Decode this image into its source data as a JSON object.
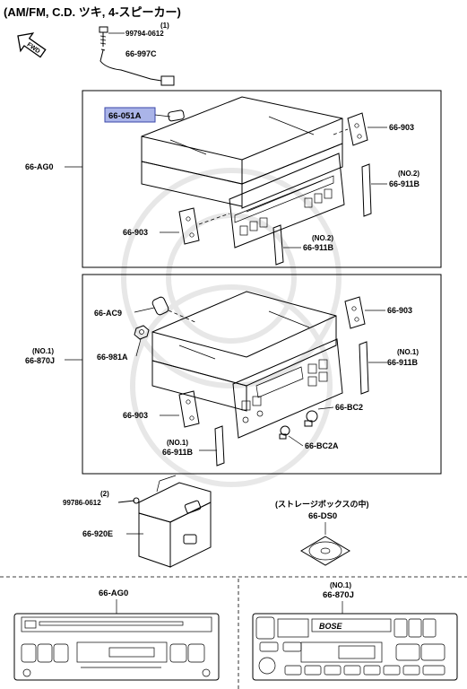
{
  "header": {
    "title": "(AM/FM, C.D. ツキ, 4-スピーカー)"
  },
  "direction": {
    "fwd": "FWD"
  },
  "parts": {
    "bolt_qty": "(1)",
    "bolt": "99794-0612",
    "p997c": "66-997C",
    "p051a": "66-051A",
    "pag0": "66-AG0",
    "p903_a": "66-903",
    "p911b_no2_qual_a": "(NO.2)",
    "p911b_a": "66-911B",
    "p903_b": "66-903",
    "p911b_no2_qual_b": "(NO.2)",
    "p911b_b": "66-911B",
    "pac9": "66-AC9",
    "p903_c": "66-903",
    "p870j_qual": "(NO.1)",
    "p870j": "66-870J",
    "p981a": "66-981A",
    "p911b_no1_qual_c": "(NO.1)",
    "p911b_c": "66-911B",
    "p903_d": "66-903",
    "pbc2": "66-BC2",
    "p911b_no1_qual_d": "(NO.1)",
    "p911b_d": "66-911B",
    "pbc2a": "66-BC2A",
    "screw_qty": "(2)",
    "screw": "99786-0612",
    "p920e": "66-920E",
    "storage_note": "(ストレージボックスの中)",
    "pds0": "66-DS0"
  },
  "views": {
    "left_title": "66-AG0",
    "right_qual": "(NO.1)",
    "right_title": "66-870J",
    "bose": "BOSE"
  },
  "colors": {
    "highlight": "#aab4e8",
    "highlight_border": "#3a46a8"
  }
}
